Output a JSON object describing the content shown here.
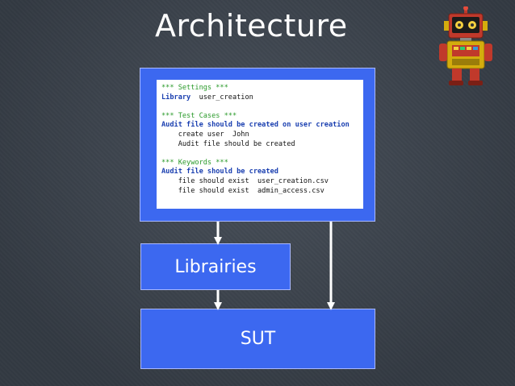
{
  "slide": {
    "title": "Architecture"
  },
  "code": {
    "lines": [
      {
        "kind": "section",
        "text": "*** Settings ***"
      },
      {
        "kind": "mixed",
        "kw": "Library",
        "rest": "  user_creation"
      },
      {
        "kind": "blank",
        "text": ""
      },
      {
        "kind": "section",
        "text": "*** Test Cases ***"
      },
      {
        "kind": "kw",
        "text": "Audit file should be created on user creation"
      },
      {
        "kind": "plain",
        "text": "    create user  John"
      },
      {
        "kind": "plain",
        "text": "    Audit file should be created"
      },
      {
        "kind": "blank",
        "text": ""
      },
      {
        "kind": "section",
        "text": "*** Keywords ***"
      },
      {
        "kind": "kw",
        "text": "Audit file should be created"
      },
      {
        "kind": "plain",
        "text": "    file should exist  user_creation.csv"
      },
      {
        "kind": "plain",
        "text": "    file should exist  admin_access.csv"
      }
    ]
  },
  "boxes": {
    "libraries": "Librairies",
    "sut": "SUT"
  },
  "colors": {
    "box_fill": "#3c68f0",
    "section_text": "#2a9a2a",
    "keyword_text": "#1a3fb0",
    "background": "#3e4651"
  },
  "icons": {
    "mascot": "robot-icon"
  }
}
